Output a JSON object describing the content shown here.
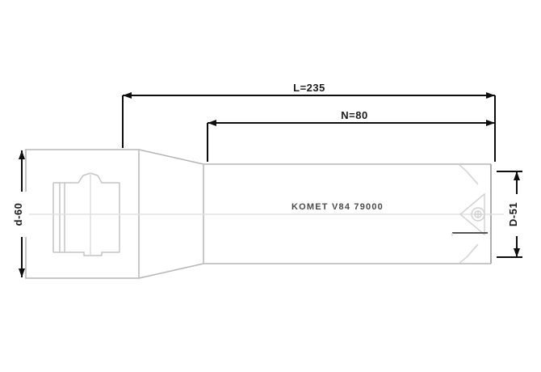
{
  "drawing": {
    "title": "Technical drawing of an indexable insert boring tool / reamer with taper shank",
    "background_color": "#ffffff",
    "line_color": "#b6b6b6",
    "dimension_color": "#0d0d0d",
    "body_text_color": "#4a4a4a",
    "dimensions": {
      "overall_length": {
        "label": "L=235",
        "name": "overall-length-dimension"
      },
      "usable_length": {
        "label": "N=80",
        "name": "usable-length-dimension"
      },
      "shank_diameter": {
        "label": "d-60",
        "name": "shank-diameter-dimension"
      },
      "cutting_diameter": {
        "label": "D-51",
        "name": "cutting-diameter-dimension"
      }
    },
    "markings": {
      "manufacturer": "KOMET",
      "part_number": "V84 79000",
      "full_text": "KOMET  V84 79000"
    }
  }
}
